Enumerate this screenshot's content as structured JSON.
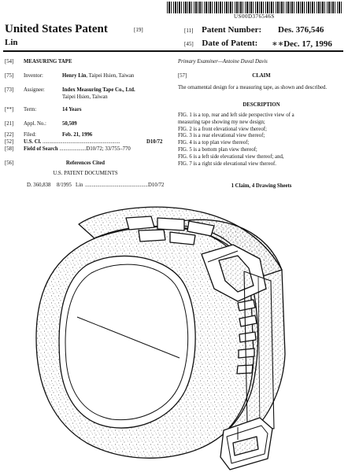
{
  "barcode_number": "US00D376546S",
  "header": {
    "title": "United States Patent",
    "title_code": "[19]",
    "inventor_short": "Lin",
    "patent_number_code": "[11]",
    "patent_number_label": "Patent Number:",
    "patent_number": "Des. 376,546",
    "date_code": "[45]",
    "date_label": "Date of Patent:",
    "date_value": "∗∗Dec. 17, 1996"
  },
  "left": {
    "title": {
      "code": "[54]",
      "value": "MEASURING TAPE"
    },
    "inventor": {
      "code": "[75]",
      "label": "Inventor:",
      "name": "Henry Lin",
      "location": ", Taipei Hsien, Taiwan"
    },
    "assignee": {
      "code": "[73]",
      "label": "Assignee:",
      "name": "Index Measuring Tape Co., Ltd.",
      "location": "Taipei Hsien, Taiwan"
    },
    "term": {
      "code": "[**]",
      "label": "Term:",
      "value": "14 Years"
    },
    "appl": {
      "code": "[21]",
      "label": "Appl. No.:",
      "value": "50,509"
    },
    "filed": {
      "code": "[22]",
      "label": "Filed:",
      "value": "Feb. 21, 1996"
    },
    "uscl": {
      "code": "[52]",
      "label": "U.S. Cl.",
      "dots": " ..........................................................",
      "value": "D10/72"
    },
    "search": {
      "code": "[58]",
      "label": "Field of Search",
      "dots": " ....................",
      "value": "D10/72; 33/755–770"
    },
    "refs": {
      "code": "[56]",
      "title": "References Cited",
      "subtitle": "U.S. PATENT DOCUMENTS"
    },
    "citation": {
      "number": "D. 360,838",
      "date": "8/1995",
      "name": "Lin",
      "dots": " ...............................................",
      "cls": "D10/72"
    }
  },
  "right": {
    "examiner_label": "Primary Examiner",
    "examiner_name": "—Antoine Duval Davis",
    "claim_code": "[57]",
    "claim_heading": "CLAIM",
    "claim_text": "The ornamental design for a measuring tape, as shown and described.",
    "desc_heading": "DESCRIPTION",
    "figures": [
      {
        "fig": "FIG. 1",
        "text": " is a top, rear and left side perspective view of a"
      },
      {
        "fig": "",
        "text": "measuring tape showing my new design;"
      },
      {
        "fig": "FIG. 2",
        "text": " is a front elevational view thereof;"
      },
      {
        "fig": "FIG. 3",
        "text": " is a rear elevational view thereof;"
      },
      {
        "fig": "FIG. 4",
        "text": " is a top plan view thereof;"
      },
      {
        "fig": "FIG. 5",
        "text": " is a bottom plan view thereof;"
      },
      {
        "fig": "FIG. 6",
        "text": " is a left side elevational view thereof; and,"
      },
      {
        "fig": "FIG. 7",
        "text": " is a right side elevational view thereof."
      }
    ],
    "sheets": "1 Claim, 4 Drawing Sheets"
  }
}
